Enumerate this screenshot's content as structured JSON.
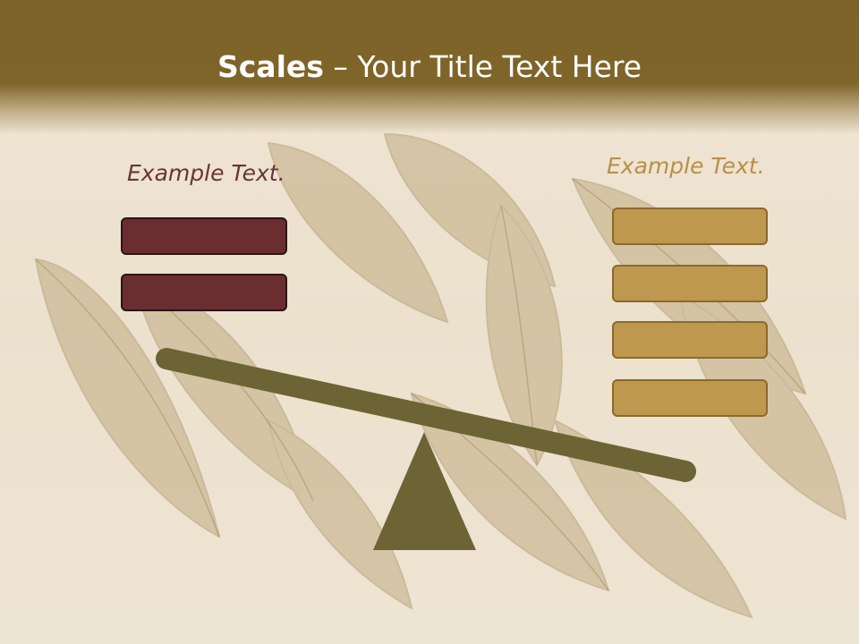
{
  "slide": {
    "title_strong": "Scales",
    "title_rest": " – Your Title Text Here",
    "left_caption": "Example Text.",
    "right_caption": "Example Text.",
    "left_boxes": 2,
    "right_boxes": 4
  },
  "colors": {
    "header": "#7f6529",
    "title_text": "#ffffff",
    "left_caption": "#6a3438",
    "right_caption": "#b79048",
    "left_box_fill": "#6a2e30",
    "left_box_border": "#2b1416",
    "right_box_fill": "#be984f",
    "right_box_border": "#8a6a2c",
    "beam": "#6c6434",
    "fulcrum": "#6c6434",
    "background": "#ece1cd"
  },
  "icons": {
    "background": "bay-leaves-image",
    "balance": "seesaw-scale"
  }
}
